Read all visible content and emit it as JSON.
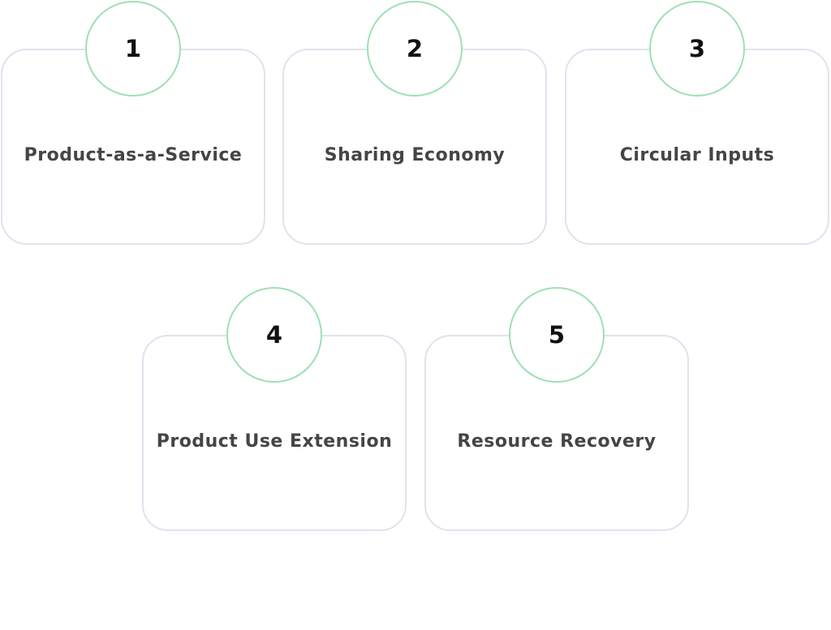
{
  "steps": [
    {
      "number": "1",
      "label": "Product-as-a-Service"
    },
    {
      "number": "2",
      "label": "Sharing Economy"
    },
    {
      "number": "3",
      "label": "Circular Inputs"
    },
    {
      "number": "4",
      "label": "Product Use Extension"
    },
    {
      "number": "5",
      "label": "Resource Recovery"
    }
  ],
  "colors": {
    "card_border": "#dde4ee",
    "badge_border": "#9ee0b5",
    "label_text": "#454545",
    "number_text": "#111111"
  }
}
